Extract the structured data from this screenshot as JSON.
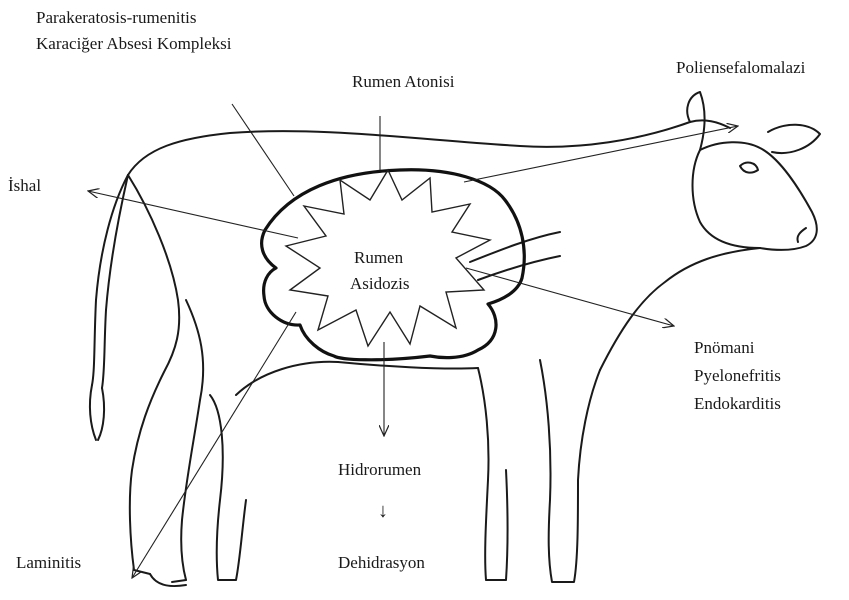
{
  "labels": {
    "top_left_line1": "Parakeratosis-rumenitis",
    "top_left_line2": "Karaciğer Absesi Kompleksi",
    "rumen_atonisi": "Rumen Atonisi",
    "poliensefalomalazi": "Poliensefalomalazi",
    "ishal": "İshal",
    "center_line1": "Rumen",
    "center_line2": "Asidozis",
    "right_line1": "Pnömani",
    "right_line2": "Pyelonefritis",
    "right_line3": "Endokarditis",
    "hidrorumen": "Hidrorumen",
    "down_arrow": "↓",
    "dehidrasyon": "Dehidrasyon",
    "laminitis": "Laminitis"
  }
}
